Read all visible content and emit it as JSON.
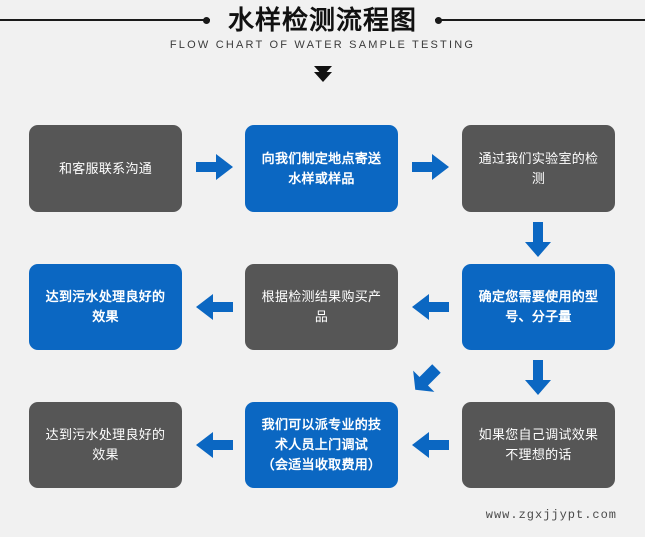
{
  "header": {
    "title": "水样检测流程图",
    "subtitle": "FLOW CHART OF WATER SAMPLE TESTING"
  },
  "flow": {
    "row1": [
      {
        "label": "和客服联系沟通",
        "style": "gray"
      },
      {
        "label": "向我们制定地点寄送\n水样或样品",
        "style": "blue"
      },
      {
        "label": "通过我们实验室的检\n测",
        "style": "gray"
      }
    ],
    "row2": [
      {
        "label": "达到污水处理良好的\n效果",
        "style": "blue"
      },
      {
        "label": "根据检测结果购买产\n品",
        "style": "gray"
      },
      {
        "label": "确定您需要使用的型\n号、分子量",
        "style": "blue"
      }
    ],
    "row3": [
      {
        "label": "达到污水处理良好的\n效果",
        "style": "gray"
      },
      {
        "label": "我们可以派专业的技\n术人员上门调试\n（会适当收取费用）",
        "style": "blue"
      },
      {
        "label": "如果您自己调试效果\n不理想的话",
        "style": "gray"
      }
    ]
  },
  "arrows": [
    {
      "name": "arrow-right-r1-1",
      "direction": "right"
    },
    {
      "name": "arrow-right-r1-2",
      "direction": "right"
    },
    {
      "name": "arrow-down-col3",
      "direction": "down"
    },
    {
      "name": "arrow-left-r2-1",
      "direction": "left"
    },
    {
      "name": "arrow-left-r2-2",
      "direction": "left"
    },
    {
      "name": "arrow-diagonal-down-left",
      "direction": "down-left"
    },
    {
      "name": "arrow-down-col3-lower",
      "direction": "down"
    },
    {
      "name": "arrow-left-r3-1",
      "direction": "left"
    },
    {
      "name": "arrow-left-r3-2",
      "direction": "left"
    }
  ],
  "footer": {
    "watermark": "www.zgxjjypt.com"
  },
  "colors": {
    "background": "#f1f1f1",
    "gray_node": "#565656",
    "blue_node": "#0b67c2",
    "arrow": "#0b67c2",
    "title_text": "#111111"
  }
}
